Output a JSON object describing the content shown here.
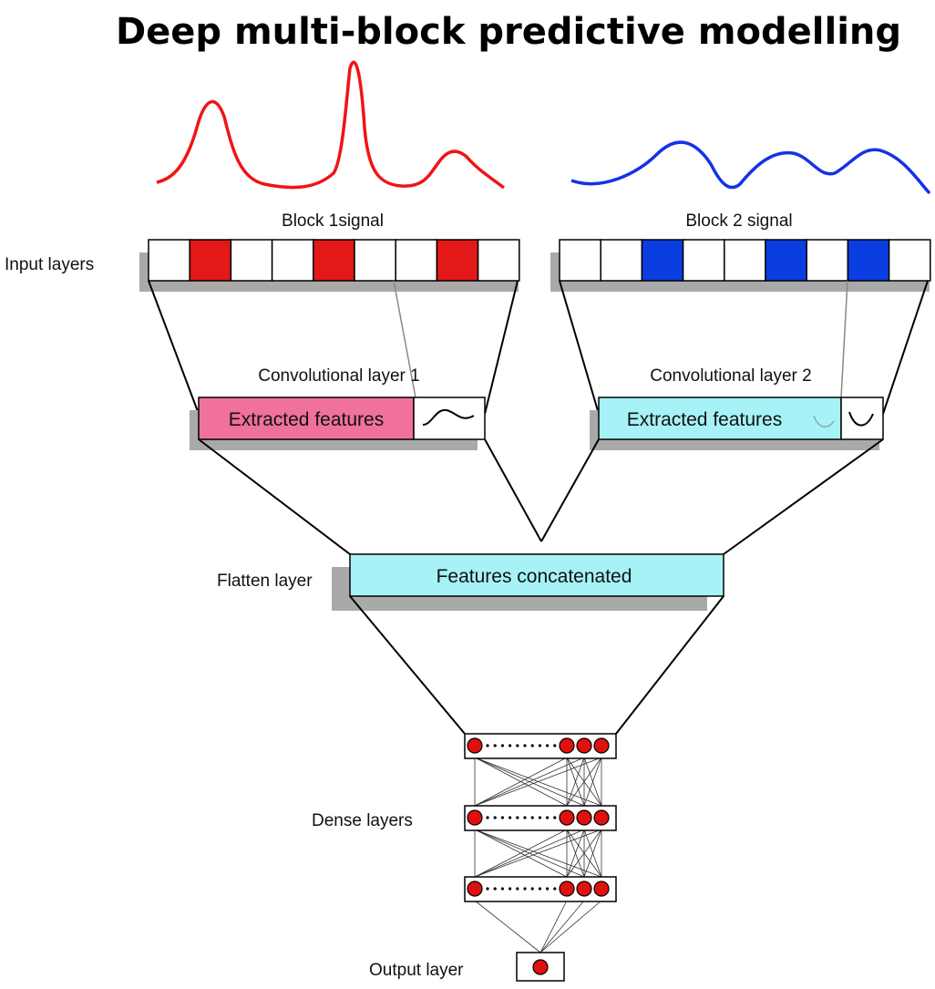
{
  "title": "Deep multi-block predictive modelling",
  "labels": {
    "block1_signal": "Block 1signal",
    "block2_signal": "Block 2 signal",
    "input_layers": "Input layers",
    "conv_layer_1": "Convolutional layer 1",
    "conv_layer_2": "Convolutional layer 2",
    "extracted_features_1": "Extracted features",
    "extracted_features_2": "Extracted features",
    "flatten_layer": "Flatten layer",
    "features_concatenated": "Features concatenated",
    "dense_layers": "Dense layers",
    "output_layer": "Output layer"
  },
  "input_block_1": {
    "cells": [
      0,
      1,
      0,
      0,
      1,
      0,
      0,
      1,
      0
    ]
  },
  "input_block_2": {
    "cells": [
      0,
      0,
      1,
      0,
      0,
      1,
      0,
      1,
      0
    ]
  },
  "colors": {
    "block1_signal": "#f01414",
    "block2_signal": "#1432e6",
    "block1_cell": "#e31818",
    "block2_cell": "#0a3ee0",
    "extracted_features_1": "#f0719a",
    "extracted_features_2": "#a6f2f6",
    "features_concatenated": "#a6f2f6",
    "neuron": "#e01010",
    "shadow": "#a9a9a9"
  }
}
